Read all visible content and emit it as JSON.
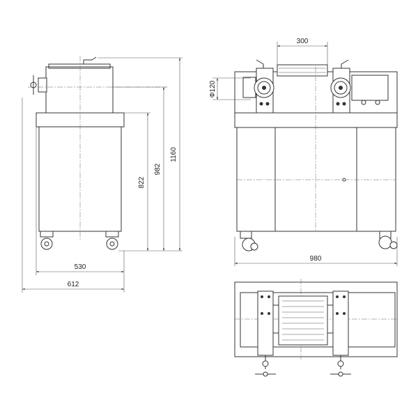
{
  "drawing": {
    "dimensions": {
      "roller_length": "300",
      "roller_diameter": "Φ120",
      "total_height": "1160",
      "roller_axis_height": "982",
      "table_height": "822",
      "cabinet_depth": "530",
      "overall_depth": "612",
      "overall_width": "980"
    }
  }
}
